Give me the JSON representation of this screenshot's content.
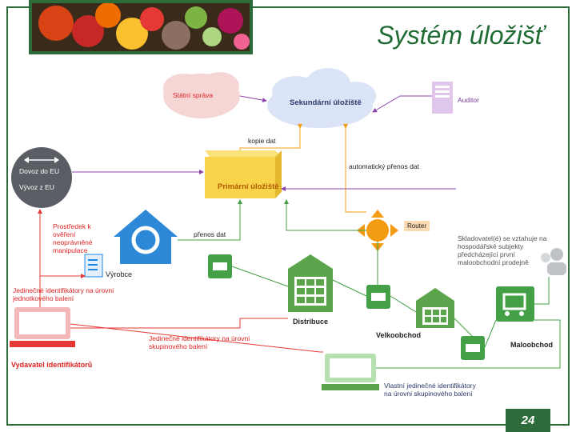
{
  "title": "Systém úložišť",
  "page_number": "24",
  "nodes": {
    "state": "Státní správa",
    "secondary": "Sekundární úložiště",
    "auditor": "Auditor",
    "copy": "kopie dat",
    "auto": "automatický přenos dat",
    "primary": "Primární úložiště",
    "import_line": "Dovoz do EU",
    "export_line": "Vývoz z EU",
    "verify": "Prostředek k ověření neoprávněné manipulace",
    "transfer": "přenos dat",
    "router": "Router",
    "economic": "Skladovatel(é) se vztahuje na hospodářské subjekty předcházející první maloobchodní prodejně",
    "maker": "Výrobce",
    "distribution": "Distribuce",
    "wholesale": "Velkoobchod",
    "retail": "Maloobchod",
    "unit_ids": "Jedinečné identifikátory na úrovni jednotkového balení",
    "issuer": "Vydavatel identifikátorů",
    "group_ids": "Jedinečné identifikátory na úrovni skupinového balení",
    "own_ids": "Vlastní jedinečné identifikátory na úrovni skupinového balení"
  },
  "colors": {
    "accent": "#2e6b3a",
    "red": "#e53935",
    "orange": "#f39c12",
    "purple": "#8e44ad",
    "green": "#43a047",
    "blue": "#1e88e5",
    "yellow": "#f9d44a"
  }
}
